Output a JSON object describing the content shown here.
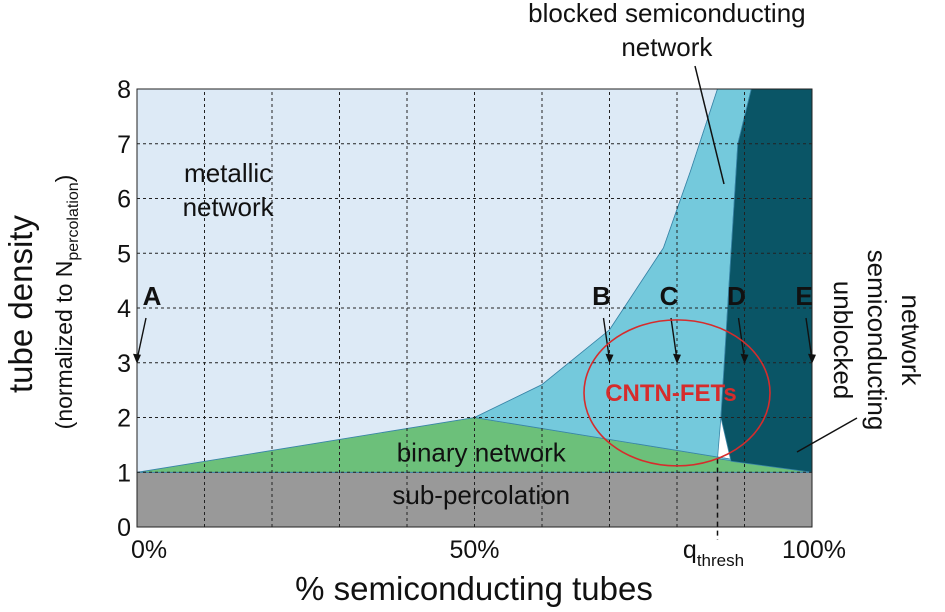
{
  "chart_data": {
    "type": "area",
    "xlabel": "% semiconducting tubes",
    "ylabel": "tube density",
    "ylabel_sub_prefix": "(normalized to N",
    "ylabel_sub_sub": "percolation",
    "ylabel_sub_suffix": ")",
    "xlim": [
      0,
      100
    ],
    "ylim": [
      0,
      8
    ],
    "x_ticks": [
      {
        "x": 0,
        "label": "0%"
      },
      {
        "x": 50,
        "label": "50%"
      },
      {
        "x": 100,
        "label": "100%"
      }
    ],
    "y_ticks": [
      0,
      1,
      2,
      3,
      4,
      5,
      6,
      7,
      8
    ],
    "x_grid": [
      0,
      10,
      20,
      30,
      40,
      50,
      60,
      70,
      80,
      90,
      100
    ],
    "grid": true,
    "q_thresh": {
      "x": 86,
      "label": "q",
      "sub": "thresh"
    },
    "regions": [
      {
        "name": "sub-percolation",
        "color": "#999999",
        "boundary": [
          [
            0,
            0
          ],
          [
            100,
            0
          ],
          [
            100,
            1
          ],
          [
            0,
            1
          ]
        ]
      },
      {
        "name": "binary network",
        "color": "#6cc07a",
        "boundary": [
          [
            0,
            1
          ],
          [
            50,
            2
          ],
          [
            100,
            1
          ]
        ]
      },
      {
        "name": "metallic network",
        "color": "#ddeaf6",
        "boundary": [
          [
            0,
            1
          ],
          [
            50,
            2
          ],
          [
            60,
            2.6
          ],
          [
            70,
            3.6
          ],
          [
            78,
            5.1
          ],
          [
            82,
            6.5
          ],
          [
            86,
            8
          ],
          [
            0,
            8
          ]
        ]
      },
      {
        "name": "blocked semiconducting network",
        "color": "#74c9dc",
        "boundary": [
          [
            50,
            2
          ],
          [
            60,
            2.6
          ],
          [
            70,
            3.6
          ],
          [
            78,
            5.1
          ],
          [
            82,
            6.5
          ],
          [
            86,
            8
          ],
          [
            91,
            8
          ],
          [
            89,
            7
          ],
          [
            88,
            5
          ],
          [
            87.5,
            4
          ],
          [
            87,
            3
          ],
          [
            86.5,
            2
          ],
          [
            86,
            1.25
          ],
          [
            100,
            1
          ]
        ]
      },
      {
        "name": "unblocked semiconducting network",
        "color": "#0a5566",
        "boundary": [
          [
            91,
            8
          ],
          [
            100,
            8
          ],
          [
            100,
            1
          ],
          [
            88,
            1.2
          ],
          [
            86.5,
            2
          ],
          [
            87,
            3
          ],
          [
            87.5,
            4
          ],
          [
            88,
            5
          ],
          [
            89,
            7
          ]
        ]
      }
    ],
    "region_labels": [
      {
        "lines": [
          "metallic",
          "network"
        ],
        "x": 13.5,
        "y": 6.3
      },
      {
        "lines": [
          "binary network"
        ],
        "x": 51,
        "y": 1.2
      },
      {
        "lines": [
          "sub-percolation"
        ],
        "x": 51,
        "y": 0.42
      },
      {
        "lines": [
          "blocked  semiconducting",
          "network"
        ],
        "x": 78.5,
        "y": 9.6
      },
      {
        "lines": [
          "unblocked",
          "semiconducting",
          "network"
        ],
        "x": 111,
        "y": 4.5
      }
    ],
    "points": [
      {
        "name": "A",
        "x": 0,
        "y": 3
      },
      {
        "name": "B",
        "x": 70,
        "y": 3
      },
      {
        "name": "C",
        "x": 80,
        "y": 3
      },
      {
        "name": "D",
        "x": 90,
        "y": 3
      },
      {
        "name": "E",
        "x": 100,
        "y": 3
      }
    ],
    "point_y_line": 3,
    "highlight": {
      "label": "CNTN-FETs",
      "color": "#d62c2c",
      "cx": 80,
      "cy": 2.45
    }
  }
}
